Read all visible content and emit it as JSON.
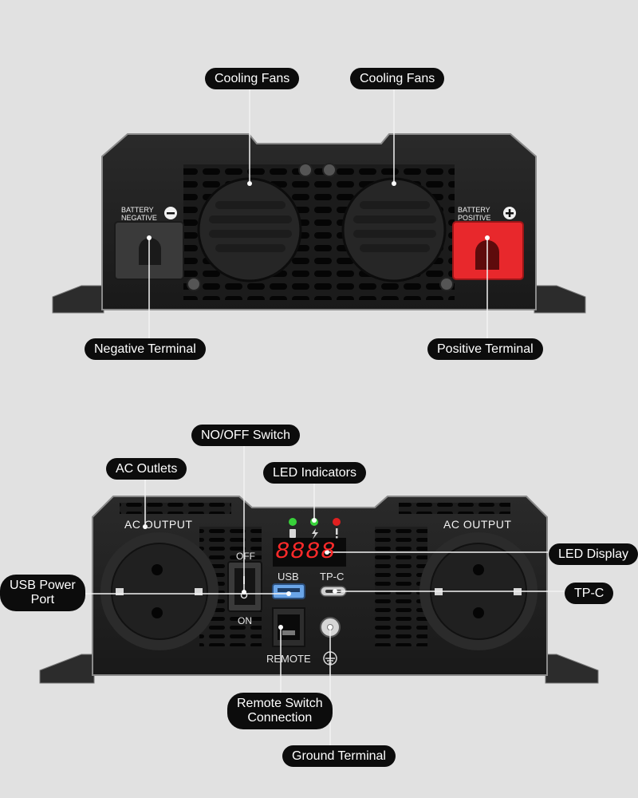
{
  "top_view": {
    "callouts": {
      "cooling_fans_left": "Cooling Fans",
      "cooling_fans_right": "Cooling Fans",
      "negative_terminal": "Negative Terminal",
      "positive_terminal": "Positive Terminal"
    },
    "panel_text": {
      "battery_neg_line1": "BATTERY",
      "battery_neg_line2": "NEGATIVE",
      "battery_pos_line1": "BATTERY",
      "battery_pos_line2": "POSITIVE"
    },
    "colors": {
      "positive_terminal": "#e8282c",
      "negative_terminal": "#2f2f2f"
    }
  },
  "front_view": {
    "callouts": {
      "on_off_switch": "NO/OFF Switch",
      "ac_outlets": "AC Outlets",
      "led_indicators": "LED Indicators",
      "led_display": "LED Display",
      "usb_power_port_line1": "USB Power",
      "usb_power_port_line2": "Port",
      "tp_c": "TP-C",
      "remote_switch_line1": "Remote Switch",
      "remote_switch_line2": "Connection",
      "ground_terminal": "Ground Terminal"
    },
    "panel_text": {
      "ac_output_left": "AC OUTPUT",
      "ac_output_right": "AC OUTPUT",
      "switch_off": "OFF",
      "switch_on": "ON",
      "usb": "USB",
      "tp_c": "TP-C",
      "remote": "REMOTE",
      "display_value": "8888"
    },
    "indicator_colors": [
      "#38d13a",
      "#38d13a",
      "#e02020"
    ],
    "colors": {
      "display_digits": "#ff2a2a"
    }
  }
}
